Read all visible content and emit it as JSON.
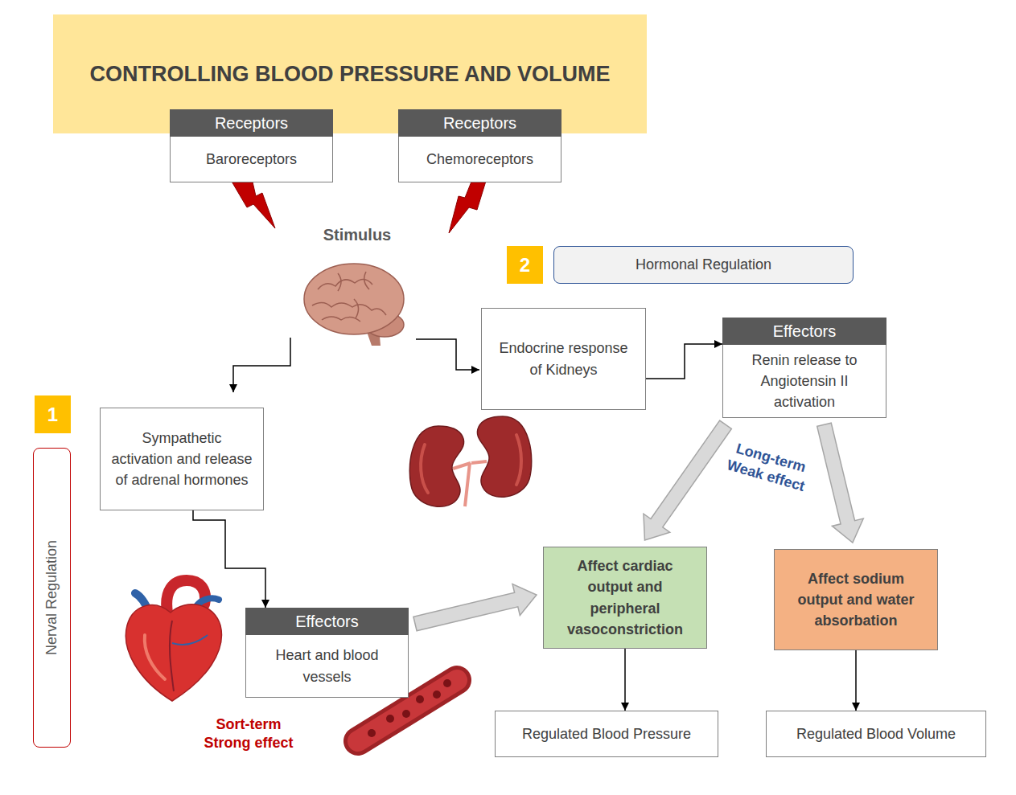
{
  "diagram": {
    "title": "CONTROLLING BLOOD PRESSURE AND VOLUME",
    "nodes": [
      {
        "text": [
          "Receptors",
          "Baroreceptors"
        ]
      },
      {
        "text": [
          "Receptors",
          "Chemoreceptors"
        ]
      },
      {
        "text": [
          "2"
        ]
      },
      {
        "text": [
          "Hormonal Regulation"
        ]
      },
      {
        "text": [
          "Endocrine response of Kidneys"
        ]
      },
      {
        "text": [
          "Effectors",
          "Renin release to Angiotensin II activation"
        ]
      },
      {
        "text": [
          "1"
        ]
      },
      {
        "text": [
          "Nerval Regulation"
        ]
      },
      {
        "text": [
          "Sympathetic activation and release of adrenal hormones"
        ]
      },
      {
        "text": [
          "Effectors",
          "Heart and blood vessels"
        ]
      },
      {
        "text": [
          "Affect cardiac output and peripheral vasoconstriction"
        ]
      },
      {
        "text": [
          "Affect sodium output and water absorbation"
        ]
      },
      {
        "text": [
          "Regulated Blood Pressure"
        ]
      },
      {
        "text": [
          "Regulated Blood Volume"
        ]
      }
    ],
    "edges": [
      {
        "from": 8,
        "to": 9,
        "arrow": "to"
      },
      {
        "from": 4,
        "to": 5,
        "arrow": "to"
      },
      {
        "from": 9,
        "to": 10,
        "arrow": "to"
      },
      {
        "from": 5,
        "to": 10,
        "arrow": "to"
      },
      {
        "from": 5,
        "to": 11,
        "arrow": "to"
      },
      {
        "from": 10,
        "to": 12,
        "arrow": "to"
      },
      {
        "from": 11,
        "to": 13,
        "arrow": "to"
      }
    ],
    "labels": [
      "Stimulus",
      "Long-term Weak effect",
      "Sort-term Strong effect"
    ]
  }
}
